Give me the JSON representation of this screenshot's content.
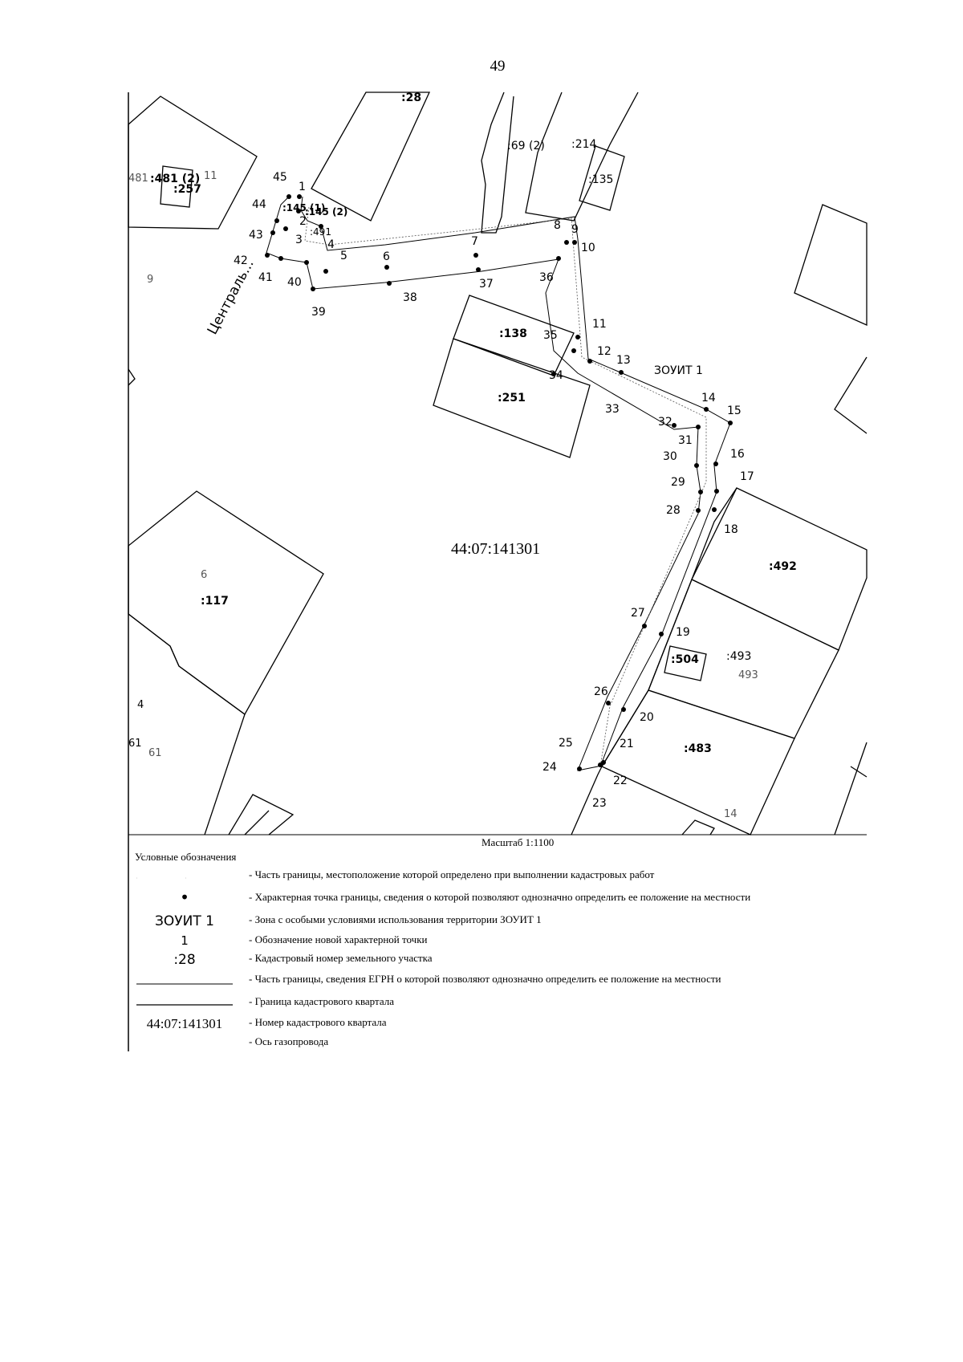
{
  "page": {
    "number": "49"
  },
  "map": {
    "scale": "Масштаб 1:1100",
    "quarter_number": "44:07:141301",
    "zone_label": "ЗОУИТ 1",
    "street_label": "Централь...",
    "parcels": [
      ":28",
      ":69 (2)",
      ":214",
      ":135",
      ":481 (2)",
      ":257",
      ":145 (1)",
      ":145 (2)",
      ":491",
      ":138",
      ":251",
      ":117",
      ":492",
      ":493",
      ":504",
      ":483"
    ],
    "faint_labels": [
      "481",
      "11",
      "9",
      "6",
      "4",
      "61",
      "61",
      "493",
      "14"
    ],
    "points": [
      "1",
      "2",
      "3",
      "4",
      "5",
      "6",
      "7",
      "8",
      "9",
      "10",
      "11",
      "12",
      "13",
      "14",
      "15",
      "16",
      "17",
      "18",
      "19",
      "20",
      "21",
      "22",
      "23",
      "24",
      "25",
      "26",
      "27",
      "28",
      "29",
      "30",
      "31",
      "32",
      "33",
      "34",
      "35",
      "36",
      "37",
      "38",
      "39",
      "40",
      "41",
      "42",
      "43",
      "44",
      "45"
    ]
  },
  "legend": {
    "title": "Условные обозначения",
    "items": [
      {
        "symbol": "",
        "desc": "- Часть границы, местоположение которой определено при выполнении кадастровых работ"
      },
      {
        "symbol": "•",
        "desc": "- Характерная точка границы, сведения о которой позволяют однозначно определить ее положение на местности"
      },
      {
        "symbol": "ЗОУИТ 1",
        "desc": "- Зона с особыми условиями использования территории ЗОУИТ 1"
      },
      {
        "symbol": "1",
        "desc": "- Обозначение новой характерной точки"
      },
      {
        "symbol": ":28",
        "desc": "- Кадастровый номер земельного участка"
      },
      {
        "symbol": "",
        "desc": "- Часть границы, сведения ЕГРН о которой позволяют однозначно определить ее положение на местности"
      },
      {
        "symbol": "",
        "desc": "- Граница кадастрового квартала"
      },
      {
        "symbol": "44:07:141301",
        "desc": "- Номер кадастрового квартала"
      },
      {
        "symbol": "",
        "desc": "- Ось газопровода"
      }
    ]
  }
}
